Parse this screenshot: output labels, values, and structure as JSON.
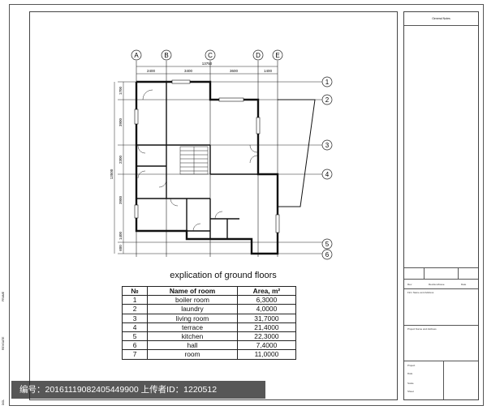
{
  "plan": {
    "axis_letters": [
      "A",
      "B",
      "C",
      "D",
      "E"
    ],
    "axis_numbers": [
      "1",
      "2",
      "3",
      "4",
      "5",
      "6"
    ],
    "dims_top": [
      "2400",
      "3400",
      "3600",
      "1400"
    ],
    "dim_total_top": "13750",
    "dims_left": [
      "1700",
      "3900",
      "2300",
      "3900",
      "1400",
      "600"
    ],
    "dim_total_left": "13500"
  },
  "caption": "explication of ground floors",
  "table": {
    "headers": [
      "№",
      "Name of room",
      "Area, m²"
    ],
    "rows": [
      [
        "1",
        "boiler room",
        "6,3000"
      ],
      [
        "2",
        "laundry",
        "4,0000"
      ],
      [
        "3",
        "living room",
        "31,7000"
      ],
      [
        "4",
        "terrace",
        "21,4000"
      ],
      [
        "5",
        "kitchen",
        "22,3000"
      ],
      [
        "6",
        "hall",
        "7,4000"
      ],
      [
        "7",
        "room",
        "11,0000"
      ]
    ]
  },
  "title_block": {
    "general_notes": "General Notes",
    "rev": "Rev",
    "revision_issue": "Revision/Issue",
    "date": "Date",
    "firm": "Firm Name and Address",
    "project": "Project Name and Address",
    "project_label": "Project",
    "sheet_label": "Sheet",
    "date_label": "Date",
    "scale_label": "Scale"
  },
  "margin_labels": [
    "FRAME",
    "REVGATE",
    "DOL"
  ],
  "watermark": "编号：20161119082405449900 上传者ID：1220512"
}
